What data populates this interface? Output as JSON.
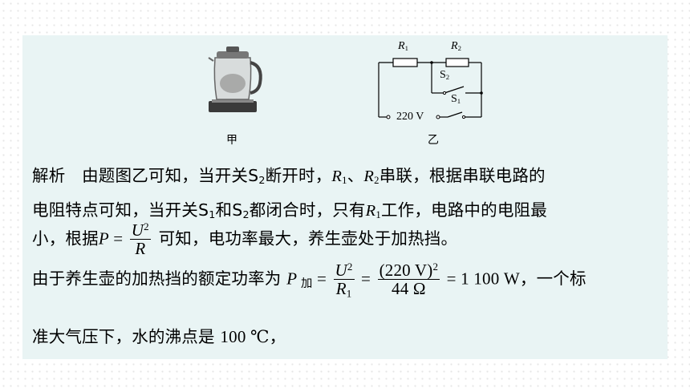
{
  "figure_left": {
    "caption": "甲"
  },
  "figure_right": {
    "caption": "乙",
    "labels": {
      "r1": "R",
      "r1_sub": "1",
      "r2": "R",
      "r2_sub": "2",
      "s2": "S",
      "s2_sub": "2",
      "s1": "S",
      "s1_sub": "1",
      "voltage": "220 V"
    }
  },
  "text": {
    "l1_a": "解析　由题图乙可知，当开关S",
    "l1_b": "2",
    "l1_c": "断开时，",
    "l1_d": "R",
    "l1_e": "1",
    "l1_f": "、",
    "l1_g": "R",
    "l1_h": "2",
    "l1_i": "串联，根据串联电路的",
    "l2_a": "电阻特点可知，当开关S",
    "l2_b": "1",
    "l2_c": "和S",
    "l2_d": "2",
    "l2_e": "都闭合时，只有",
    "l2_f": "R",
    "l2_g": "1",
    "l2_h": "工作，电路中的电阻最",
    "l3_a": "小，根据",
    "l3_p": "P",
    "l3_eq": " = ",
    "l3_num": "U",
    "l3_num_sup": "2",
    "l3_den": "R",
    "l3_b": " 可知，电功率最大，养生壶处于加热挡。",
    "l4_a": "由于养生壶的加热挡的额定功率为 ",
    "l4_p": "P",
    "l4_sub": " 加",
    "l4_eq1": " = ",
    "l4_f1_num": "U",
    "l4_f1_num_sup": "2",
    "l4_f1_den": "R",
    "l4_f1_den_sub": "1",
    "l4_eq2": " = ",
    "l4_f2_num": "(220 V)",
    "l4_f2_num_sup": "2",
    "l4_f2_den": "44 Ω",
    "l4_eq3": " = 1 100 W",
    "l4_b": "，一个标",
    "l5_a": "准大气压下，水的沸点是 ",
    "l5_b": "100 ℃",
    "l5_c": "，"
  }
}
